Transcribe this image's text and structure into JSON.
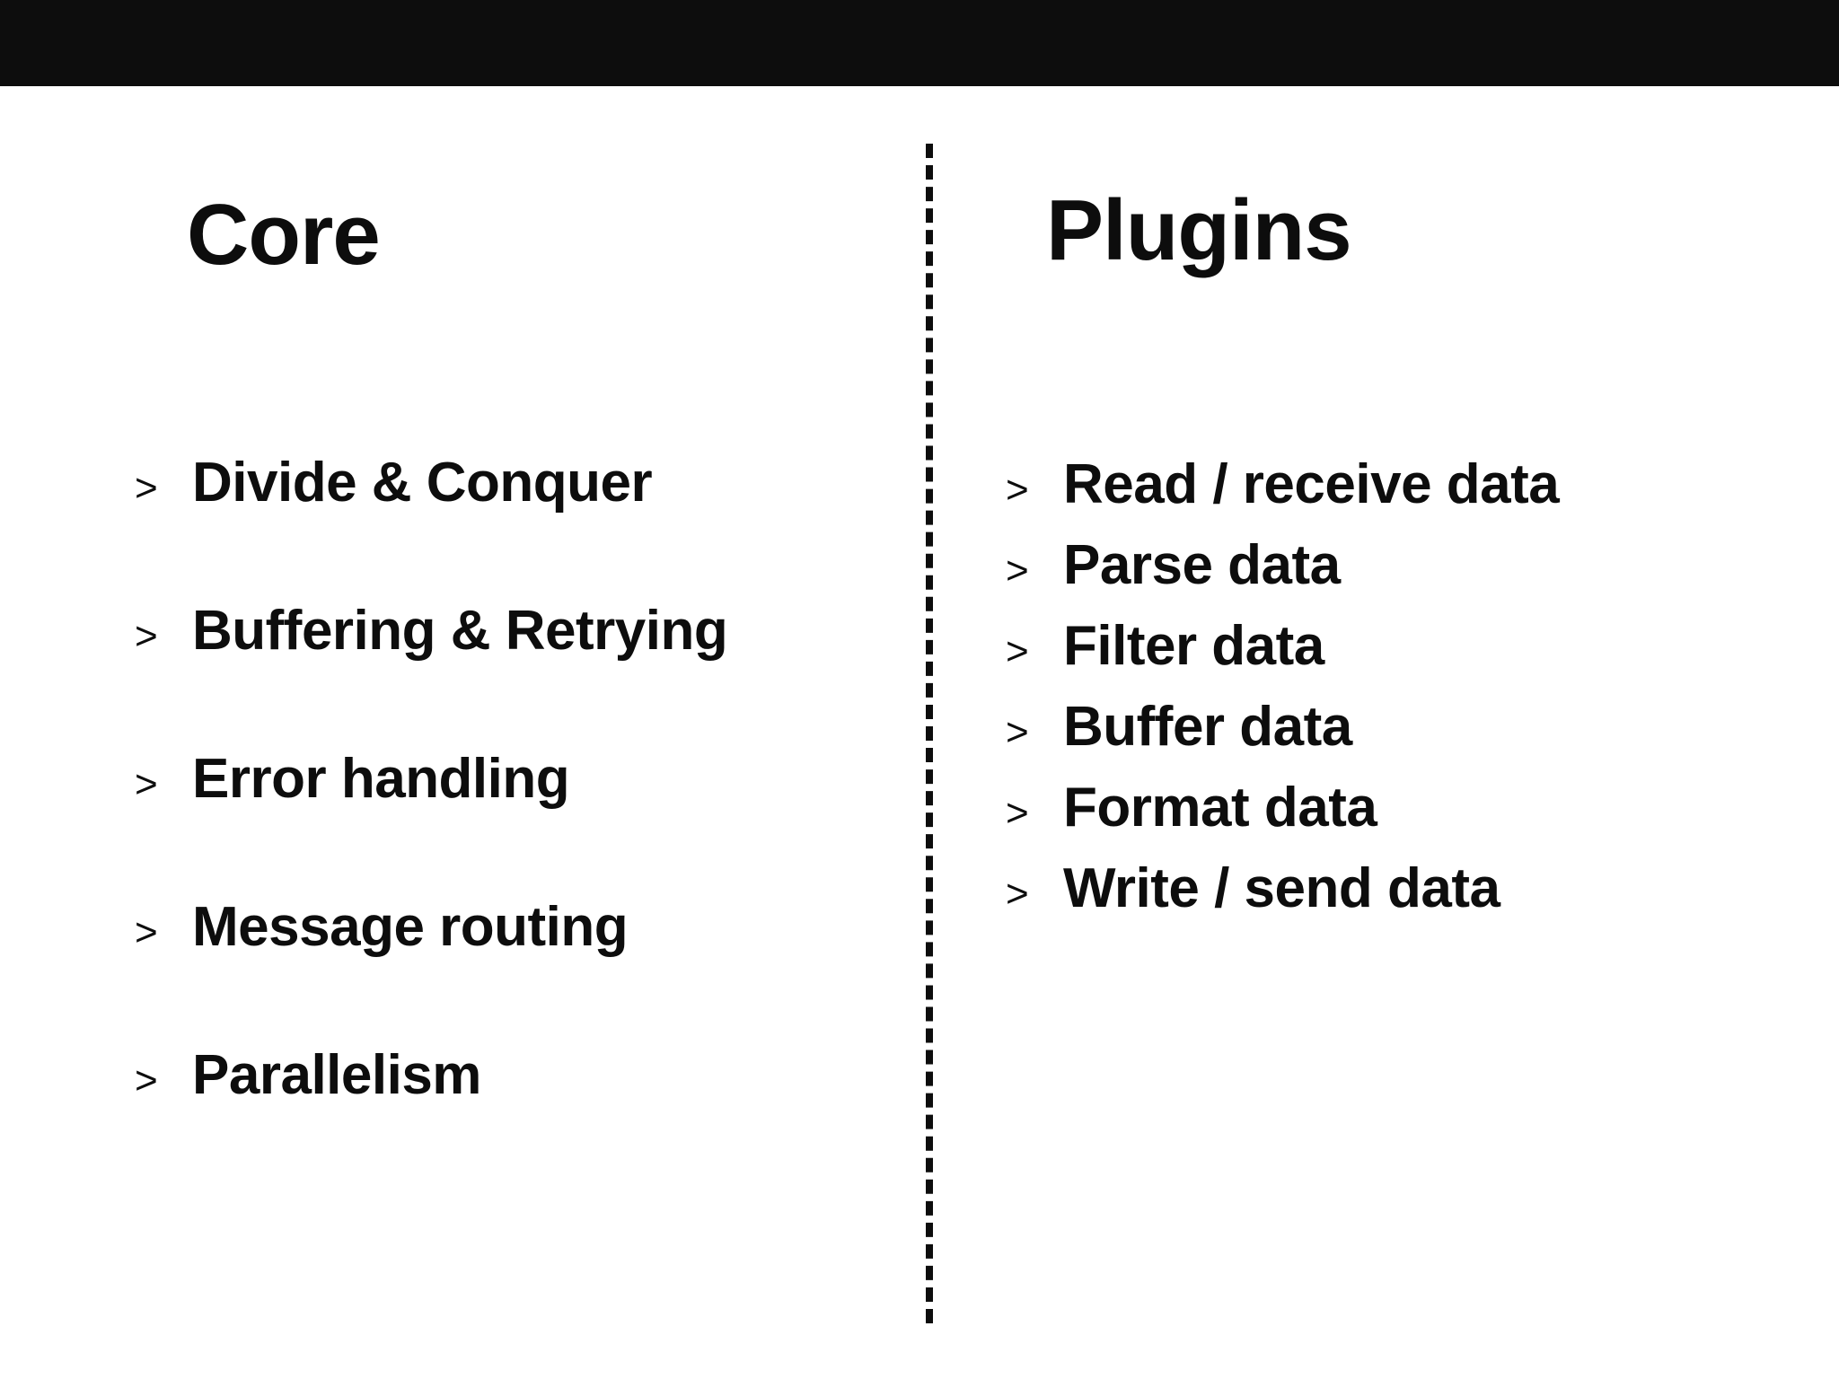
{
  "slide": {
    "background_color": "#ffffff",
    "accent_color": "#0d0d0d",
    "top_band_color": "#0d0d0d",
    "divider_style": "dashed-vertical"
  },
  "columns": [
    {
      "id": "core",
      "title": "Core",
      "bullet_marker": ">",
      "items": [
        "Divide & Conquer",
        "Buffering & Retrying",
        "Error handling",
        "Message routing",
        "Parallelism"
      ]
    },
    {
      "id": "plugins",
      "title": "Plugins",
      "bullet_marker": ">",
      "items": [
        "Read / receive data",
        "Parse data",
        "Filter data",
        "Buffer data",
        "Format data",
        "Write / send data"
      ]
    }
  ]
}
